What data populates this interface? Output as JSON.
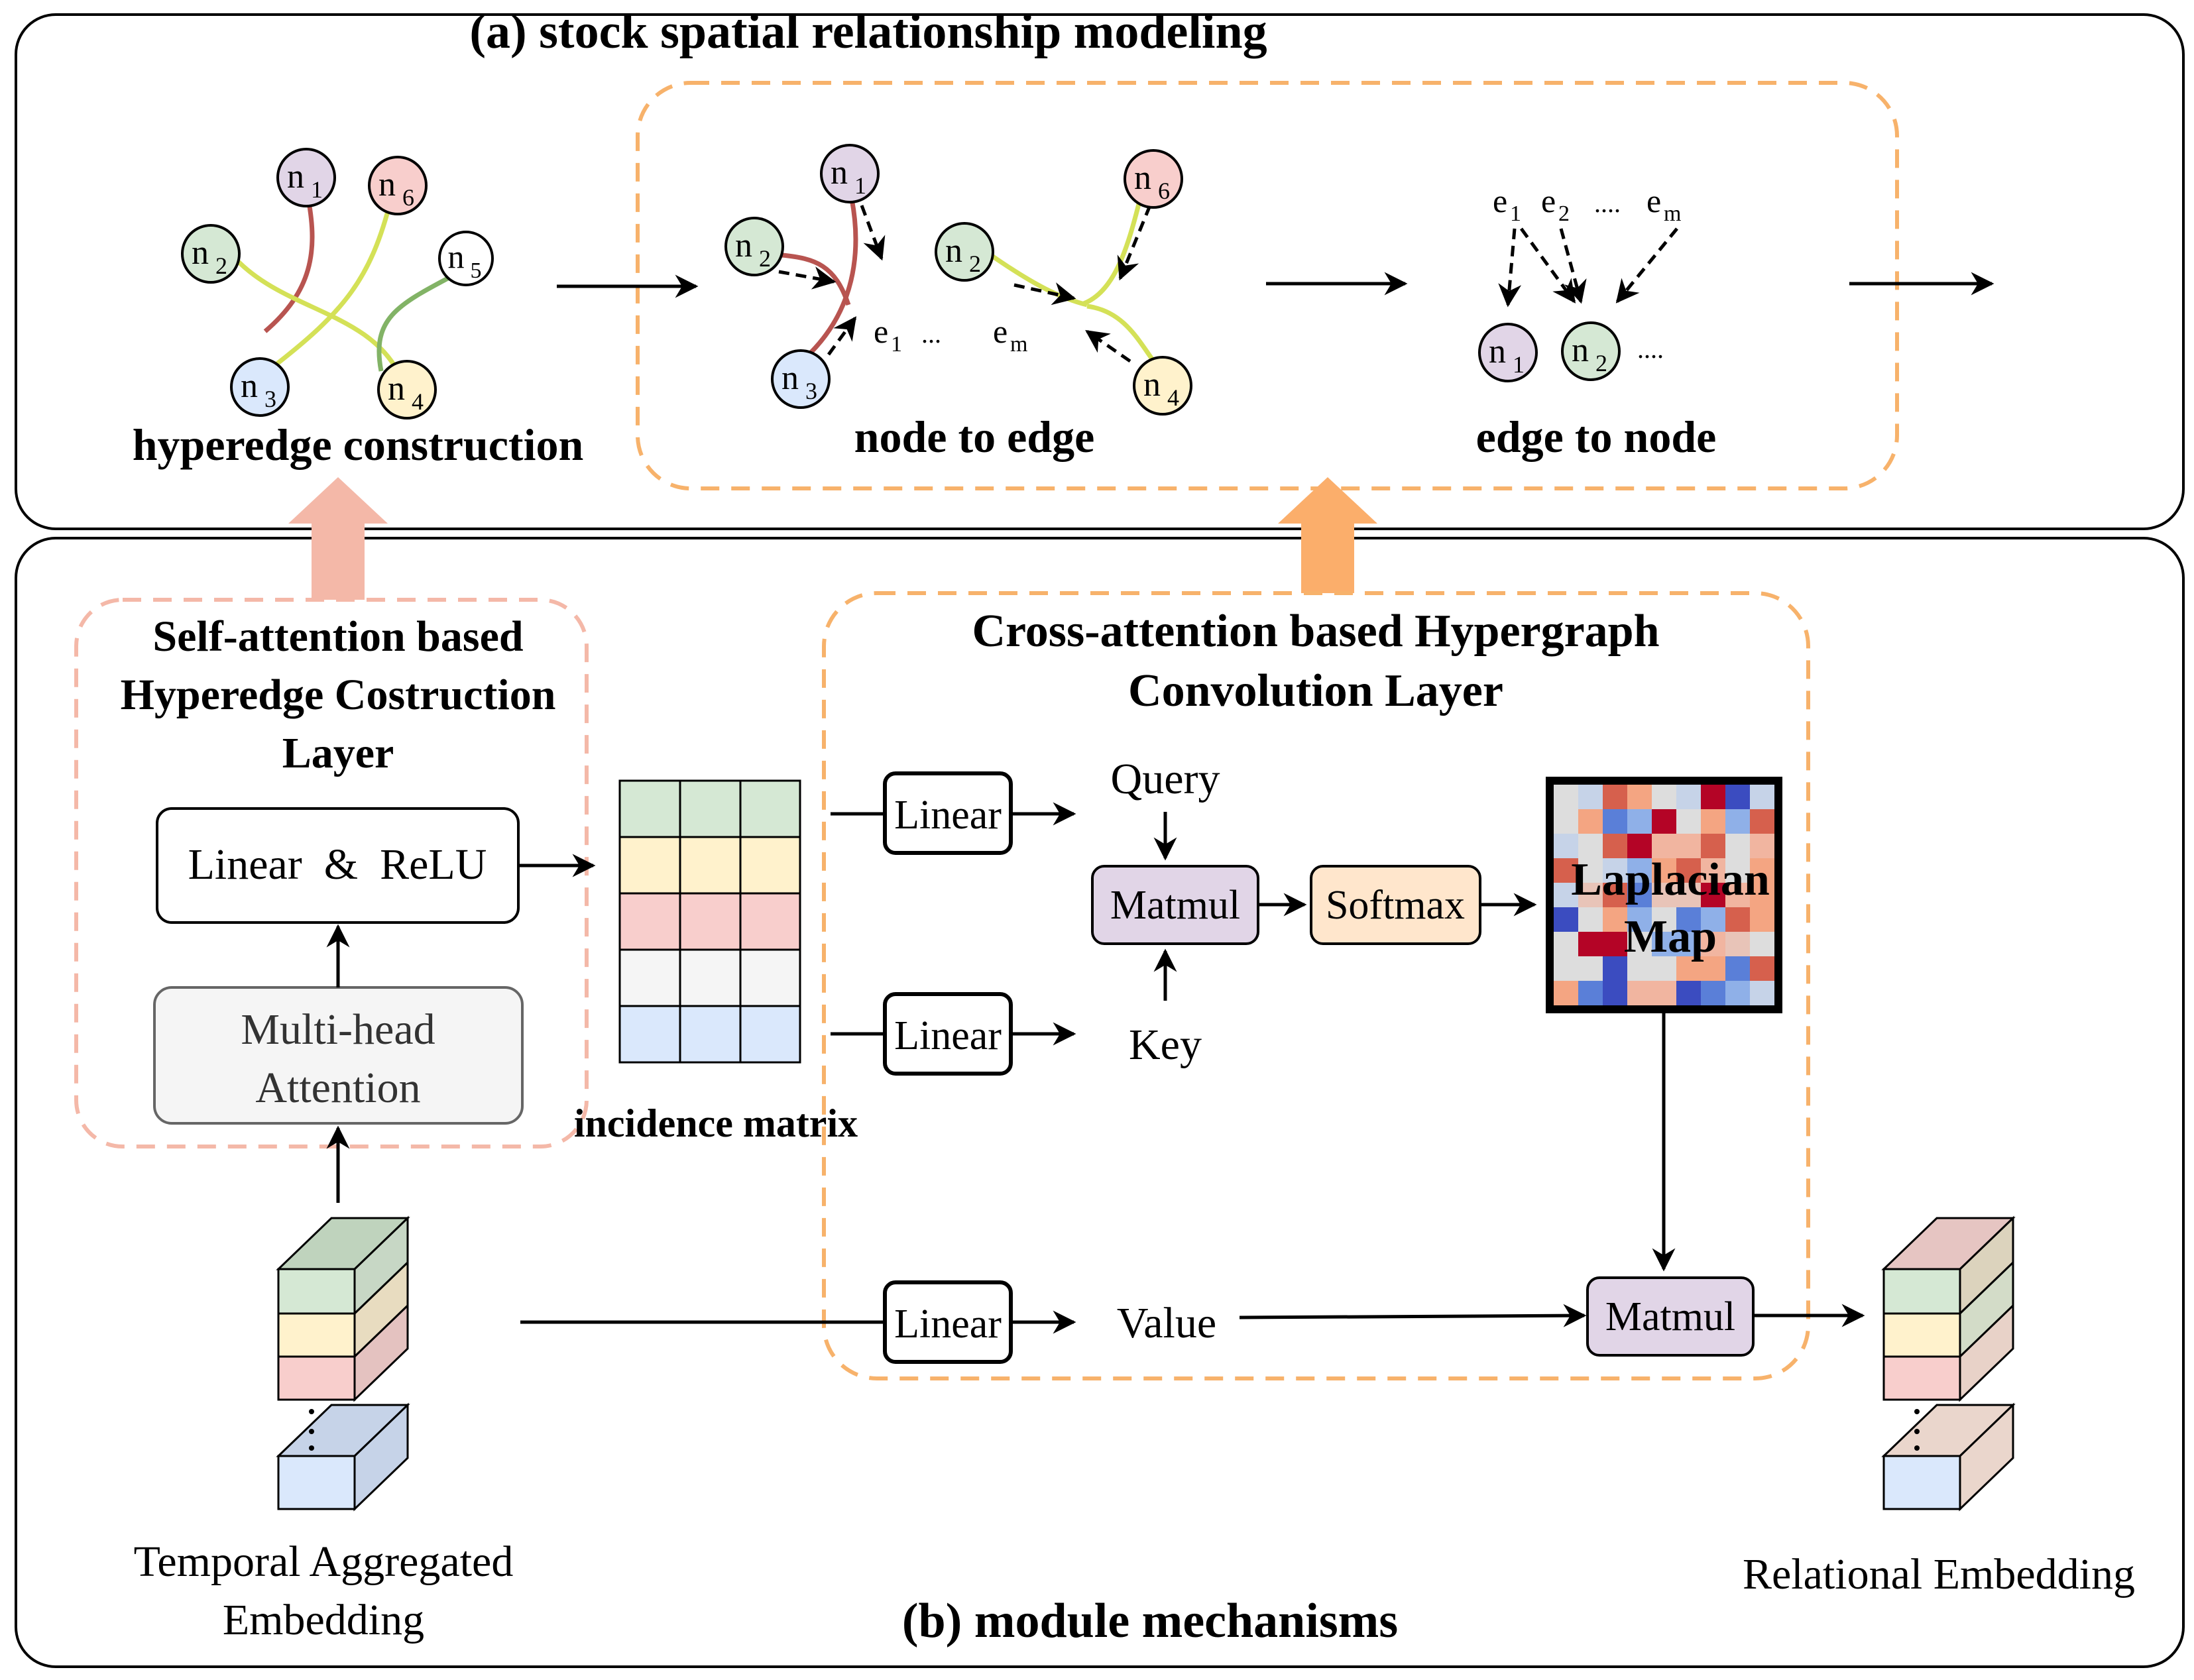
{
  "panel_a": {
    "title": "(a) stock spatial relationship modeling",
    "hyperedge_caption": "hyperedge construction",
    "node_to_edge_caption": "node to edge",
    "edge_to_node_caption": "edge to node",
    "nodes": {
      "n": "n",
      "sub1": "1",
      "sub2": "2",
      "sub3": "3",
      "sub4": "4",
      "sub5": "5",
      "sub6": "6"
    },
    "edges": {
      "e": "e",
      "sub1": "1",
      "sub2": "2",
      "subm": "m",
      "dots": "....",
      "ellipsis": "...",
      "node_dots": "...."
    }
  },
  "panel_b": {
    "title": "(b) module mechanisms",
    "self_attention_title": [
      "Self-attention based",
      "Hyperedge Costruction",
      "Layer"
    ],
    "cross_attention_title": [
      "Cross-attention based Hypergraph",
      "Convolution Layer"
    ],
    "linear_relu": "Linear  &  ReLU",
    "multihead": [
      "Multi-head",
      "Attention"
    ],
    "incidence_caption": "incidence matrix",
    "linear": "Linear",
    "query": "Query",
    "key": "Key",
    "value": "Value",
    "matmul": "Matmul",
    "softmax": "Softmax",
    "laplacian": [
      "Laplacian",
      "Map"
    ],
    "input_caption": [
      "Temporal Aggregated",
      "Embedding"
    ],
    "output_caption": "Relational Embedding"
  },
  "colors": {
    "green": "#d5e8d4",
    "yellow": "#fff2cc",
    "red": "#f8cecc",
    "gray": "#f5f5f5",
    "blue": "#dae8fc",
    "purple": "#e1d5e7",
    "orange": "#ffe6cc",
    "dash_orange": "#f7b26b",
    "dash_pink": "#f4b8a8",
    "arrow_pink": "#f4b8a8",
    "arrow_orange": "#fbae6b",
    "edge_red": "#b85450",
    "edge_yellow": "#d4e157",
    "edge_green": "#82b366"
  }
}
